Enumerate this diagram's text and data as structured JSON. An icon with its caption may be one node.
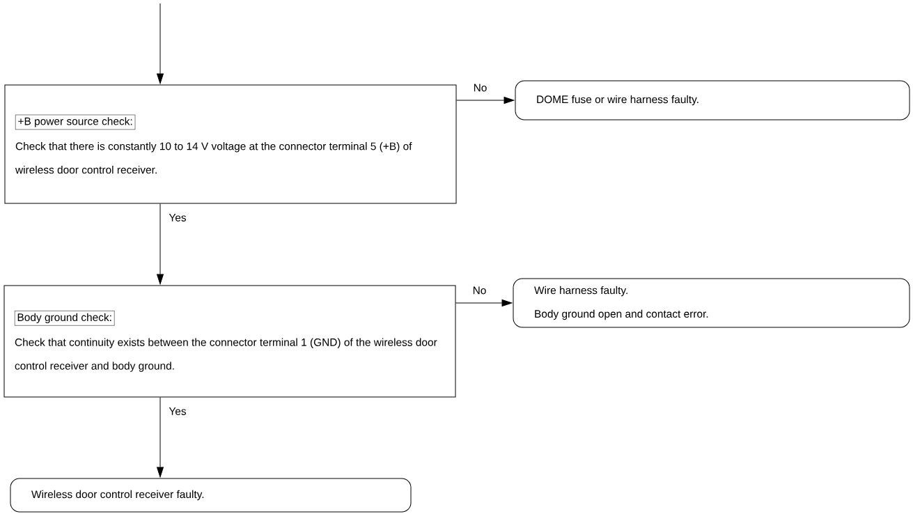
{
  "diagram": {
    "nodes": [
      {
        "text": [
          "+B power source check:",
          "Check that there is constantly 10 to 14 V voltage at the connector terminal 5 (+B) of wireless door control receiver."
        ]
      },
      {
        "text": [
          "DOME fuse or wire harness faulty."
        ]
      },
      {
        "text": [
          "Body ground check:",
          "Check that continuity exists between the connector terminal 1 (GND) of the wireless door control receiver and body ground."
        ]
      },
      {
        "text": [
          "Wire harness faulty.",
          "Body ground open and contact error."
        ]
      },
      {
        "text": [
          "Wireless door control receiver faulty."
        ]
      }
    ],
    "edges": [
      {
        "from": null,
        "to": 0,
        "arrow": "to"
      },
      {
        "from": 0,
        "to": 1,
        "arrow": "to",
        "label": "No"
      },
      {
        "from": 0,
        "to": 2,
        "arrow": "to",
        "label": "Yes"
      },
      {
        "from": 2,
        "to": 3,
        "arrow": "to",
        "label": "No"
      },
      {
        "from": 2,
        "to": 4,
        "arrow": "to",
        "label": "Yes"
      }
    ]
  }
}
